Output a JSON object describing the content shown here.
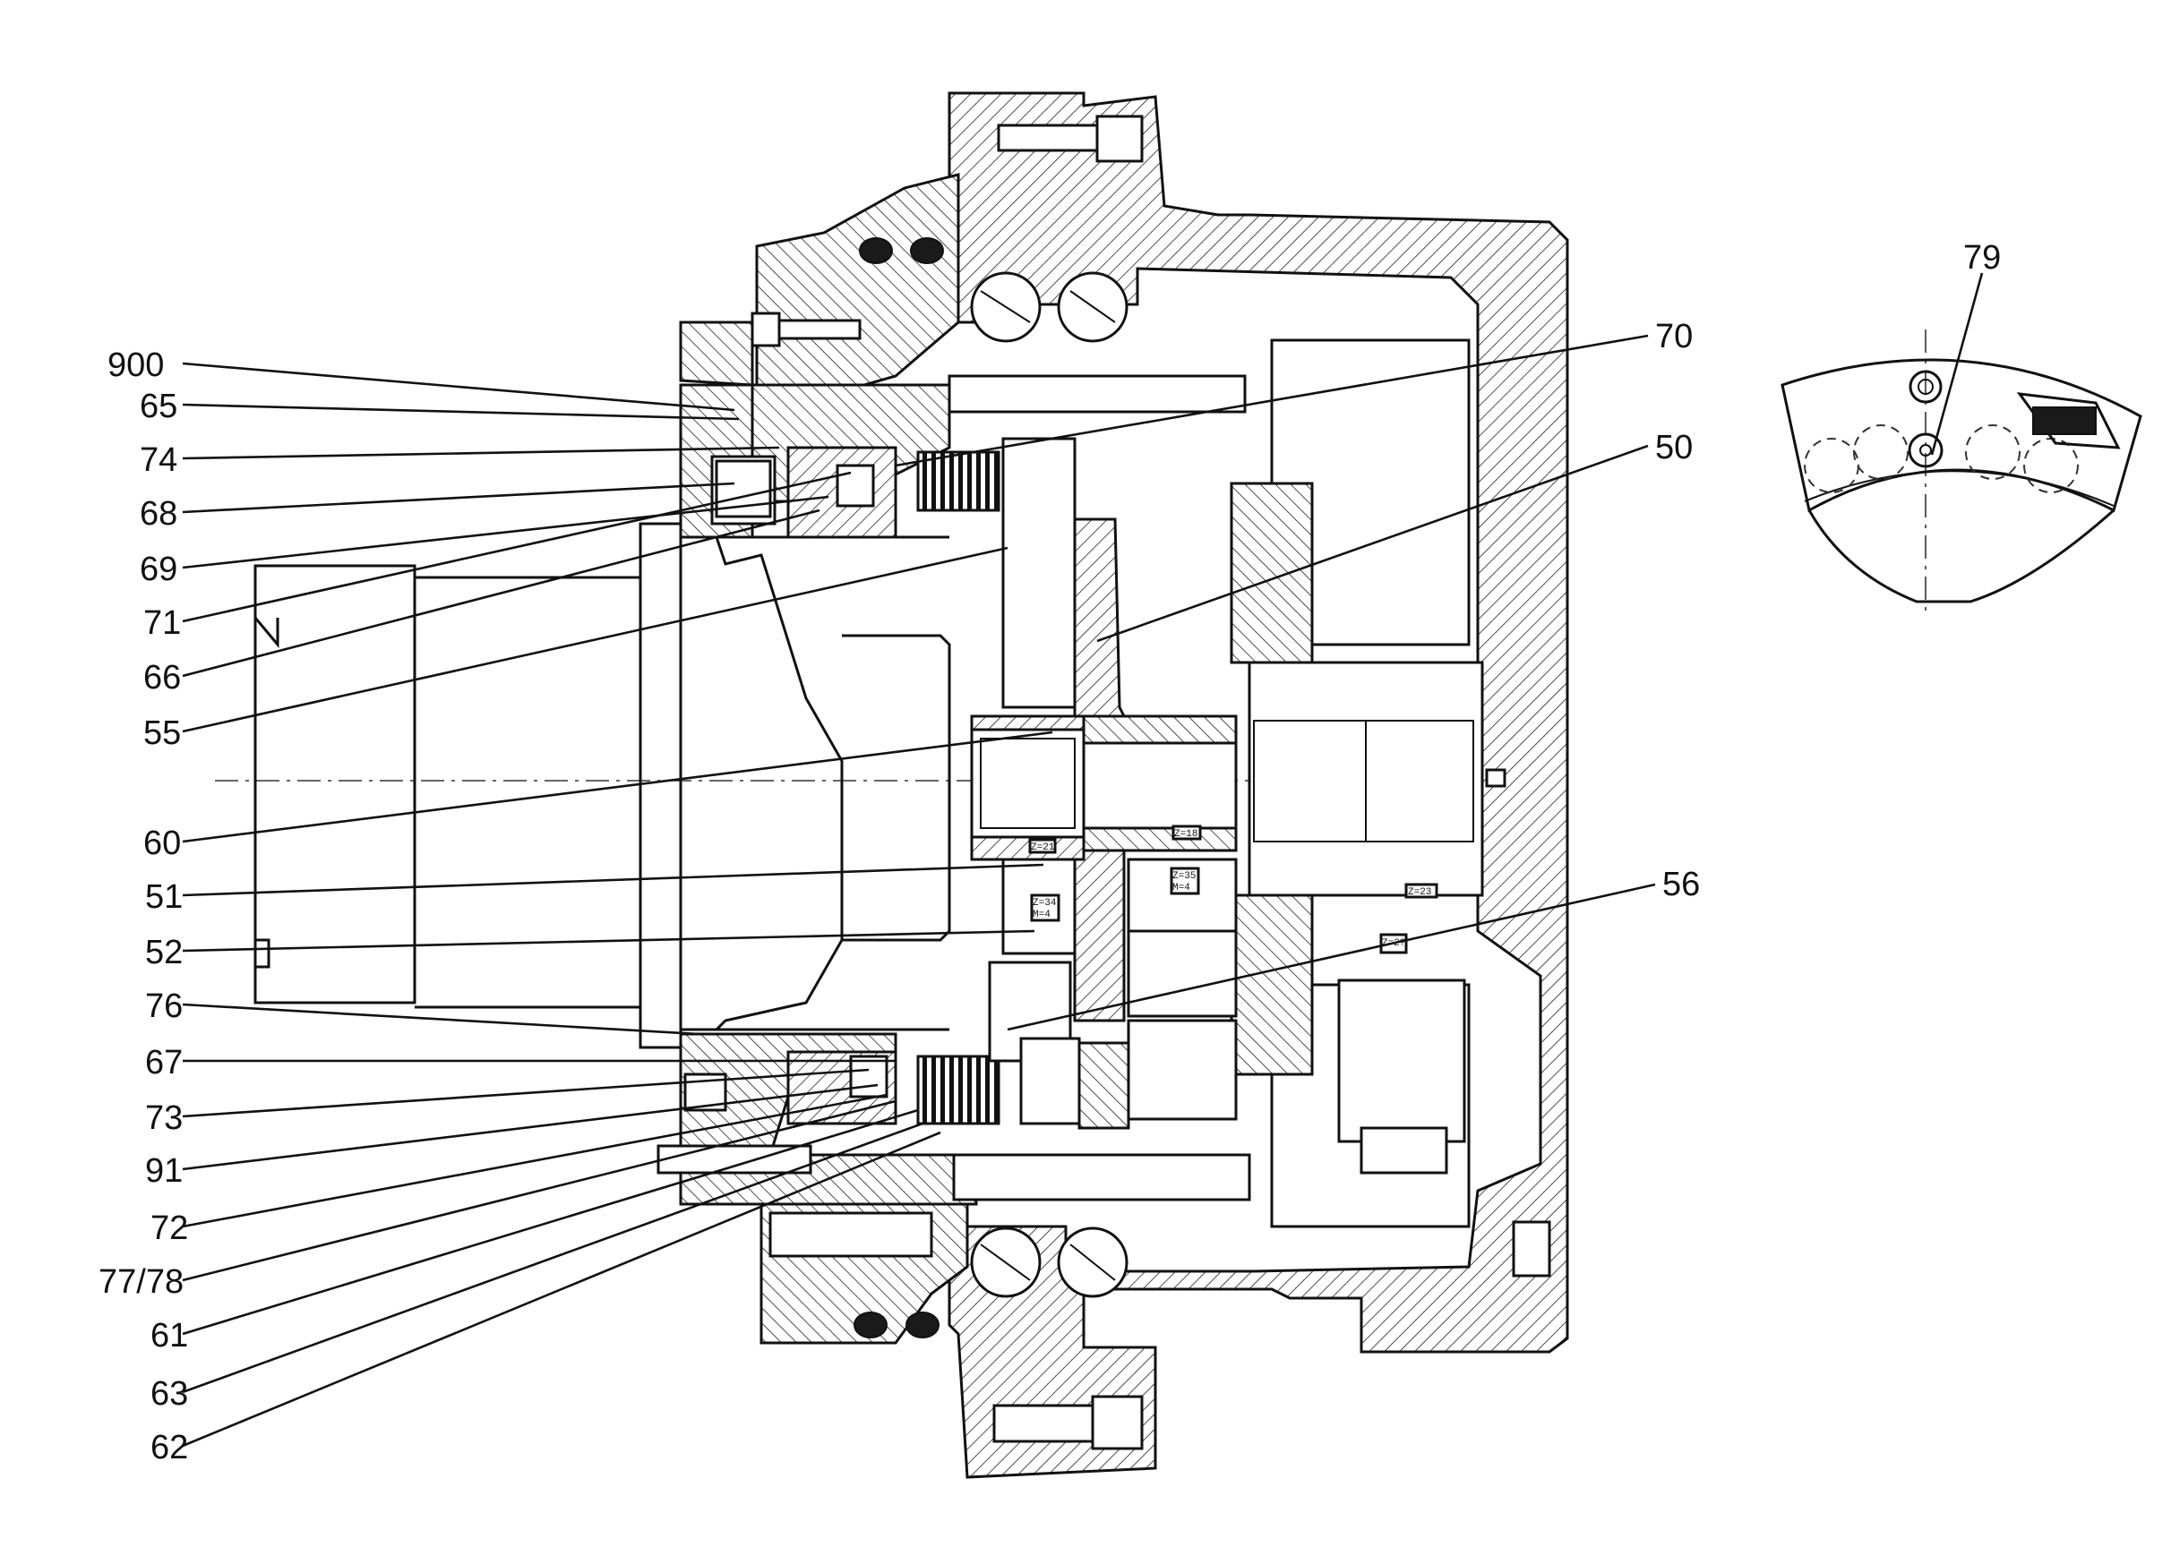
{
  "labels": {
    "l900": "900",
    "l65": "65",
    "l74": "74",
    "l68": "68",
    "l69": "69",
    "l71": "71",
    "l66": "66",
    "l55": "55",
    "l60": "60",
    "l51": "51",
    "l52": "52",
    "l76": "76",
    "l67": "67",
    "l73": "73",
    "l91": "91",
    "l72": "72",
    "l7778": "77/78",
    "l61": "61",
    "l63": "63",
    "l62": "62",
    "l70": "70",
    "l50": "50",
    "l56": "56",
    "l79": "79"
  },
  "gear_tags": {
    "t1": "Z=21",
    "t2": "Z=18",
    "t3": "Z=34",
    "t4": "M=4",
    "t5": "Z=35",
    "t6": "M=4",
    "t7": "Z=23",
    "t8": "Z=2?"
  }
}
